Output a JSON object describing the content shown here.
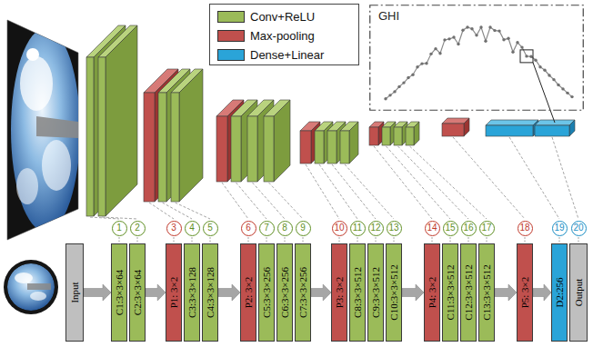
{
  "diagram": {
    "nodes": [
      {
        "text": [
          "Input"
        ]
      },
      {
        "text": [
          "C1:3×3×64"
        ]
      },
      {
        "text": [
          "C2:3×3×64"
        ]
      },
      {
        "text": [
          "P1: 3×2"
        ]
      },
      {
        "text": [
          "C3:3×3×128"
        ]
      },
      {
        "text": [
          "C4:3×3×128"
        ]
      },
      {
        "text": [
          "P2: 3×2"
        ]
      },
      {
        "text": [
          "C5:3×3×256"
        ]
      },
      {
        "text": [
          "C6:3×3×256"
        ]
      },
      {
        "text": [
          "C7:3×3×256"
        ]
      },
      {
        "text": [
          "P3: 3×2"
        ]
      },
      {
        "text": [
          "C8:3×3×512"
        ]
      },
      {
        "text": [
          "C9:3×3×512"
        ]
      },
      {
        "text": [
          "C10:3×3×512"
        ]
      },
      {
        "text": [
          "P4: 3×2"
        ]
      },
      {
        "text": [
          "C11:3×3×512"
        ]
      },
      {
        "text": [
          "C12:3×3×512"
        ]
      },
      {
        "text": [
          "C13:3×3×512"
        ]
      },
      {
        "text": [
          "P5: 3×2"
        ]
      },
      {
        "text": [
          "D2:256"
        ]
      },
      {
        "text": [
          "Output"
        ]
      },
      {
        "text": [
          "GHI"
        ]
      }
    ],
    "edges": [
      {
        "from": 0,
        "to": 1,
        "arrow": "to"
      },
      {
        "from": 2,
        "to": 3,
        "arrow": "to"
      },
      {
        "from": 5,
        "to": 6,
        "arrow": "to"
      },
      {
        "from": 9,
        "to": 10,
        "arrow": "to"
      },
      {
        "from": 13,
        "to": 14,
        "arrow": "to"
      },
      {
        "from": 17,
        "to": 18,
        "arrow": "to"
      },
      {
        "from": 18,
        "to": 19,
        "arrow": "to"
      }
    ],
    "labels": [
      "1",
      "2",
      "3",
      "4",
      "5",
      "6",
      "7",
      "8",
      "9",
      "10",
      "11",
      "12",
      "13",
      "14",
      "15",
      "16",
      "17",
      "18",
      "19",
      "20"
    ],
    "legend": [
      {
        "text": "Conv+ReLU",
        "color": "#9bbb59"
      },
      {
        "text": "Max-pooling",
        "color": "#c0504d"
      },
      {
        "text": "Dense+Linear",
        "color": "#2aa4d8"
      }
    ]
  }
}
